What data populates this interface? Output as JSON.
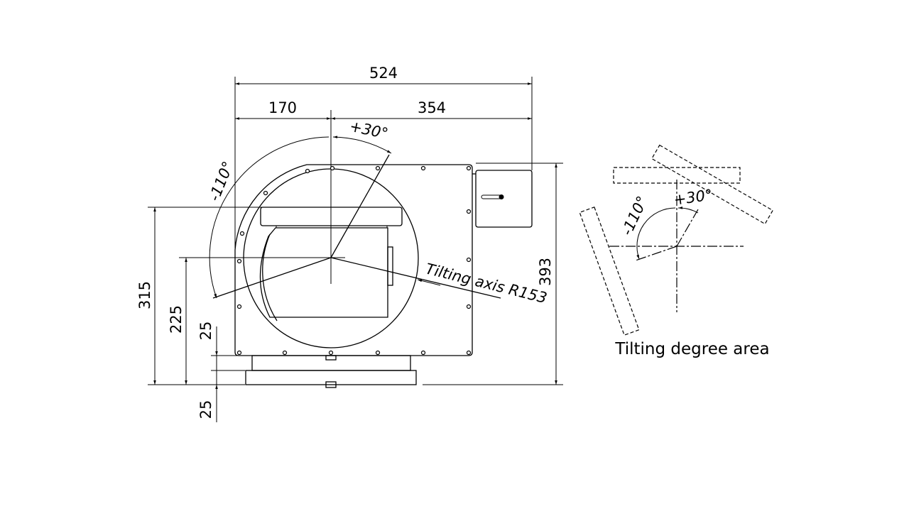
{
  "dimensions": {
    "overall_width": "524",
    "left_width": "170",
    "right_width": "354",
    "overall_height": "393",
    "height_to_top": "315",
    "height_to_axis": "225",
    "base_upper": "25",
    "base_lower": "25"
  },
  "angles": {
    "up": "+30°",
    "down": "-110°"
  },
  "tilting_axis_label": "Tilting axis R153",
  "inset": {
    "up": "+30°",
    "down": "-110°",
    "caption": "Tilting degree area"
  },
  "colors": {
    "line": "#000000",
    "background": "#ffffff"
  }
}
